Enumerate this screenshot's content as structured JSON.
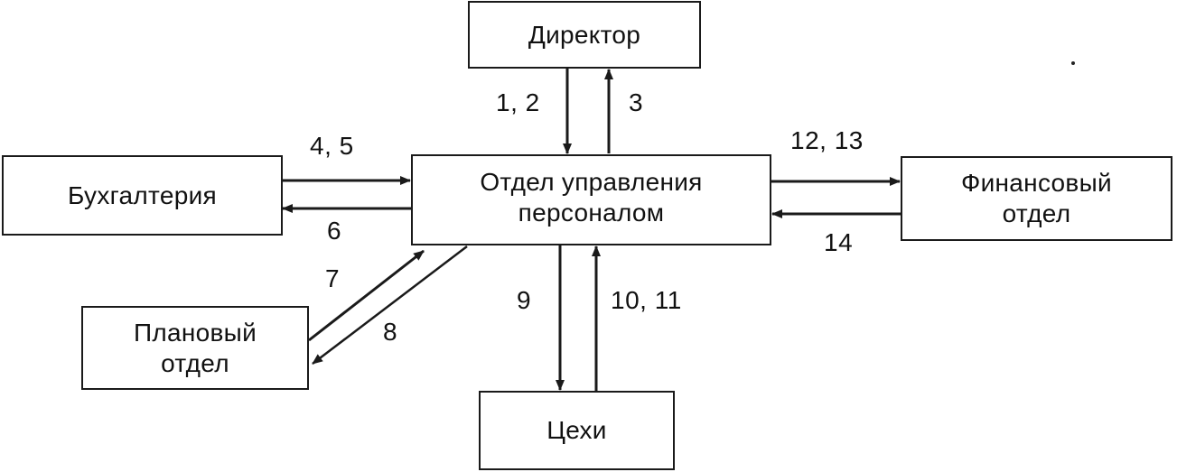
{
  "nodes": {
    "director": {
      "label": "Директор"
    },
    "hr": {
      "line1": "Отдел управления",
      "line2": "персоналом"
    },
    "accounting": {
      "label": "Бухгалтерия"
    },
    "finance": {
      "line1": "Финансовый",
      "line2": "отдел"
    },
    "planning": {
      "line1": "Плановый",
      "line2": "отдел"
    },
    "workshops": {
      "label": "Цехи"
    }
  },
  "edges": {
    "hr_director_in": "1, 2",
    "hr_director_out": "3",
    "accounting_to_hr": "4, 5",
    "hr_to_accounting": "6",
    "planning_to_hr": "7",
    "hr_to_planning": "8",
    "hr_to_workshops": "9",
    "workshops_to_hr": "10, 11",
    "hr_to_finance": "12, 13",
    "finance_to_hr": "14"
  },
  "colors": {
    "line": "#1a1a1a",
    "background": "#ffffff"
  }
}
